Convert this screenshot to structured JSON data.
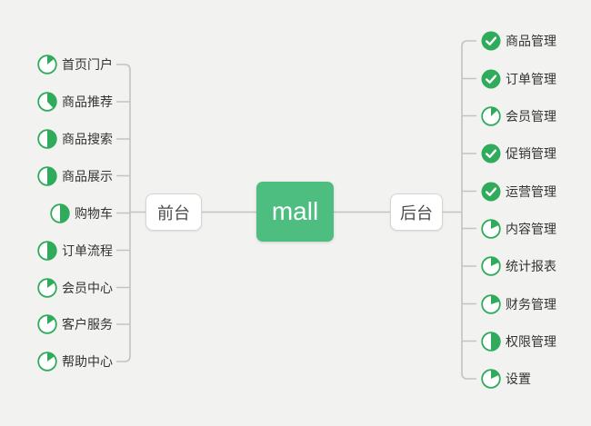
{
  "canvas": {
    "background_color": "#f2f2f0",
    "connector_color": "#c3c3c1"
  },
  "colors": {
    "icon_green": "#2fab5b",
    "root_green": "#4dbe80",
    "root_text": "#ffffff"
  },
  "root": {
    "label": "mall"
  },
  "branches": {
    "left": {
      "label": "前台",
      "items": [
        {
          "label": "首页门户",
          "icon": "pie",
          "progress": 0.14
        },
        {
          "label": "商品推荐",
          "icon": "pie",
          "progress": 0.38
        },
        {
          "label": "商品搜索",
          "icon": "pie",
          "progress": 0.5
        },
        {
          "label": "商品展示",
          "icon": "pie",
          "progress": 0.5
        },
        {
          "label": "购物车",
          "icon": "pie",
          "progress": 0.5
        },
        {
          "label": "订单流程",
          "icon": "pie",
          "progress": 0.5
        },
        {
          "label": "会员中心",
          "icon": "pie",
          "progress": 0.15
        },
        {
          "label": "客户服务",
          "icon": "pie",
          "progress": 0.15
        },
        {
          "label": "帮助中心",
          "icon": "pie",
          "progress": 0.15
        }
      ]
    },
    "right": {
      "label": "后台",
      "items": [
        {
          "label": "商品管理",
          "icon": "check"
        },
        {
          "label": "订单管理",
          "icon": "check"
        },
        {
          "label": "会员管理",
          "icon": "pie",
          "progress": 0.13
        },
        {
          "label": "促销管理",
          "icon": "check"
        },
        {
          "label": "运营管理",
          "icon": "check"
        },
        {
          "label": "内容管理",
          "icon": "pie",
          "progress": 0.18
        },
        {
          "label": "统计报表",
          "icon": "pie",
          "progress": 0.18
        },
        {
          "label": "财务管理",
          "icon": "pie",
          "progress": 0.2
        },
        {
          "label": "权限管理",
          "icon": "pie",
          "progress": 0.5
        },
        {
          "label": "设置",
          "icon": "pie",
          "progress": 0.18
        }
      ]
    }
  }
}
